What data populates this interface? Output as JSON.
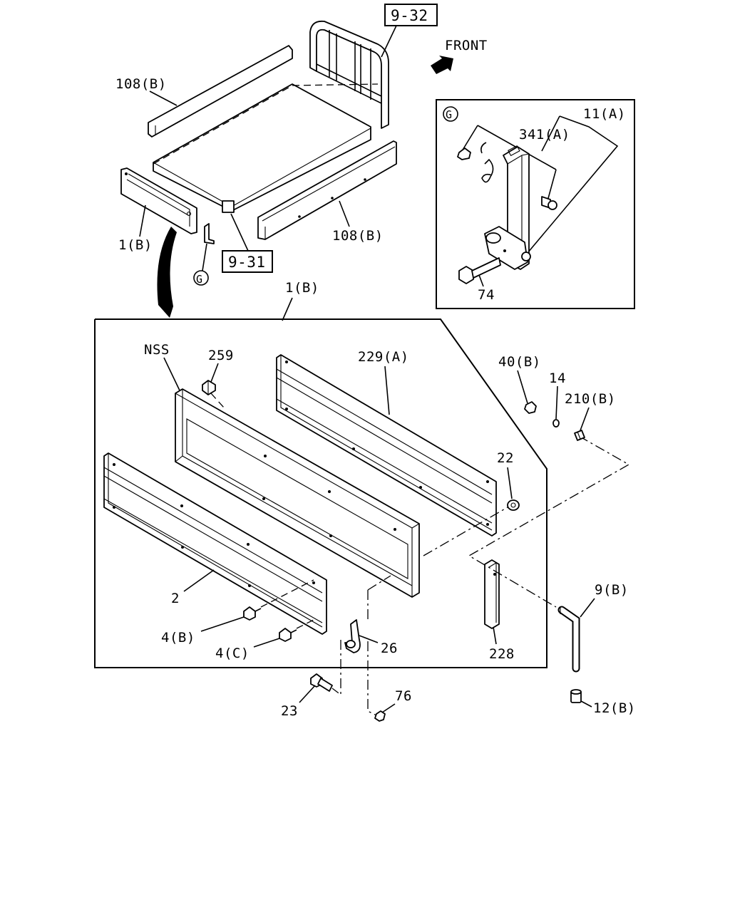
{
  "direction": {
    "front_label": "FRONT"
  },
  "references": {
    "ref_9_32": "9-32",
    "ref_9_31": "9-31"
  },
  "detail_g": {
    "marker": "G"
  },
  "labels": {
    "p108b_top": "108(B)",
    "p108b_right": "108(B)",
    "p1b_small": "1(B)",
    "p1b_frame": "1(B)",
    "g_marker": "G",
    "p11a": "11(A)",
    "p341a": "341(A)",
    "p74": "74",
    "nss": "NSS",
    "p259": "259",
    "p229a": "229(A)",
    "p40b": "40(B)",
    "p14": "14",
    "p210b": "210(B)",
    "p22": "22",
    "p2": "2",
    "p4b": "4(B)",
    "p4c": "4(C)",
    "p26": "26",
    "p228": "228",
    "p9b": "9(B)",
    "p23": "23",
    "p76": "76",
    "p12b": "12(B)"
  }
}
